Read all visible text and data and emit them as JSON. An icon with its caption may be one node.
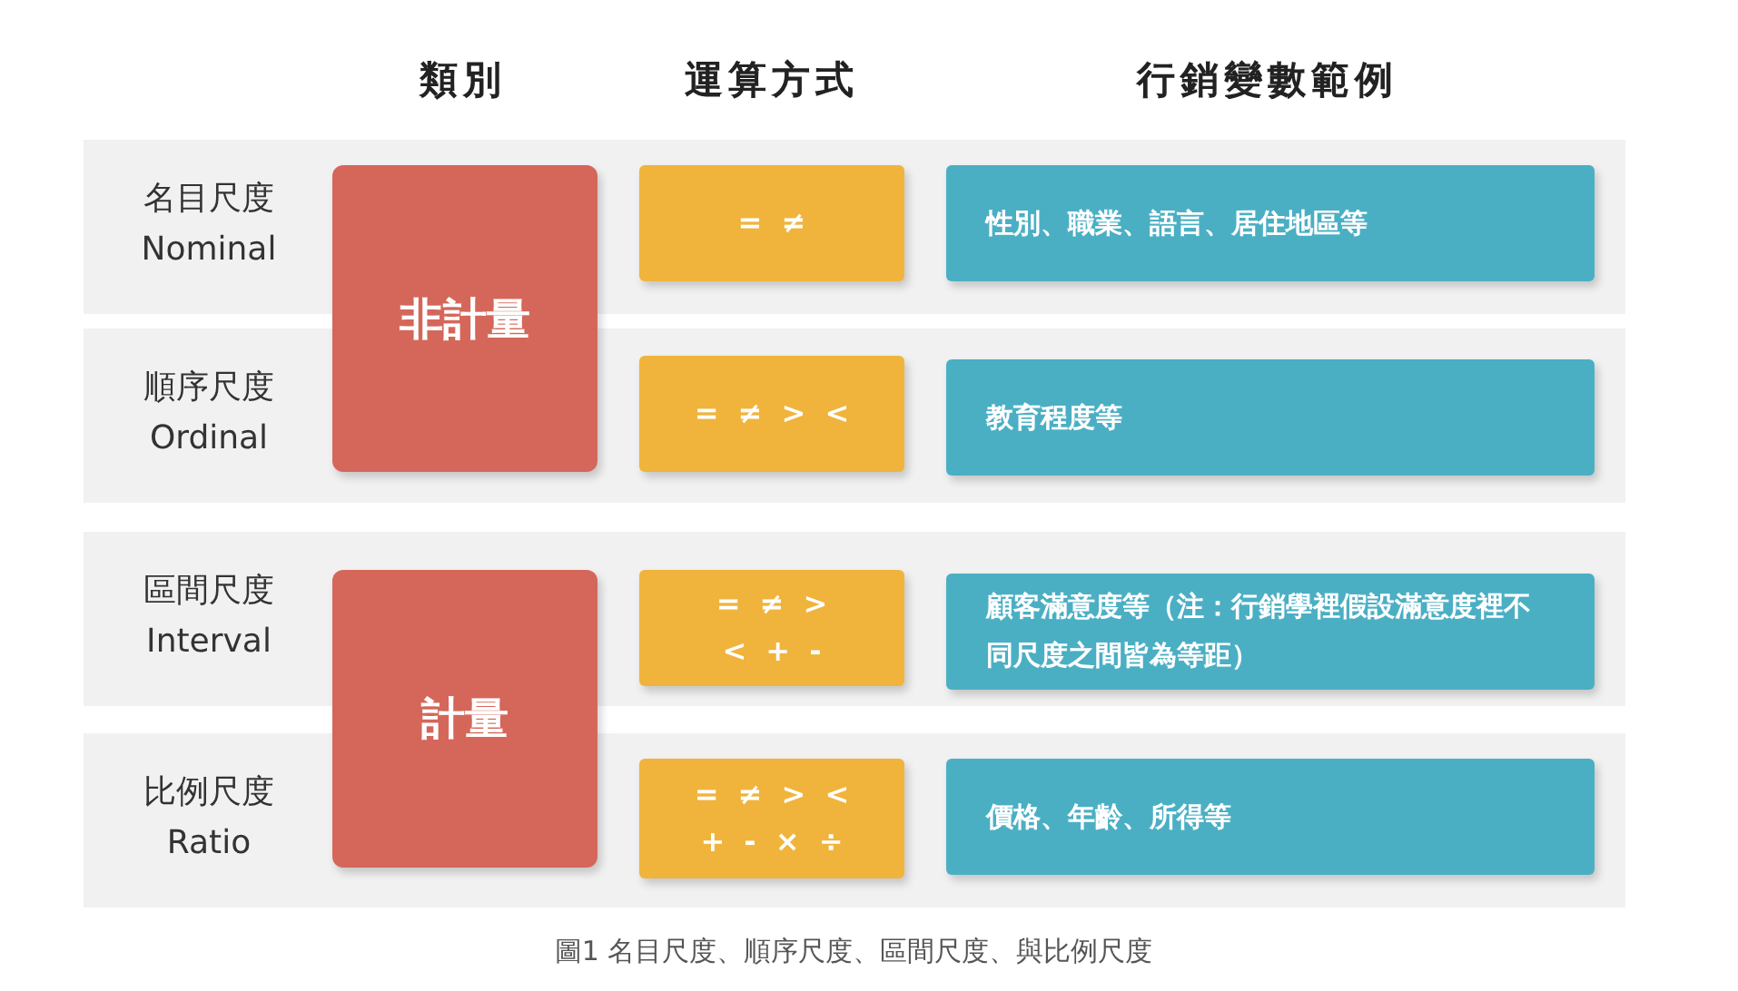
{
  "diagram": {
    "caption": "圖1 名目尺度、順序尺度、區間尺度、與比例尺度",
    "nodes": [
      {
        "text": [
          "名目尺度",
          "Nominal"
        ]
      },
      {
        "text": [
          "非計量"
        ]
      },
      {
        "text": [
          "= ≠"
        ],
        "in": 0
      },
      {
        "text": [
          "性別、職業、語言、居住地區等"
        ],
        "in": 0
      },
      {
        "text": [
          "順序尺度",
          "Ordinal"
        ]
      },
      {
        "text": [
          "= ≠ > <"
        ],
        "in": 4
      },
      {
        "text": [
          "教育程度等"
        ],
        "in": 4
      },
      {
        "text": [
          "區間尺度",
          "Interval"
        ]
      },
      {
        "text": [
          "計量"
        ]
      },
      {
        "text": [
          "= ≠ > < + -"
        ],
        "in": 7
      },
      {
        "text": [
          "顧客滿意度等（注：行銷學裡假設滿意度裡不同尺度之間皆為等距）"
        ],
        "in": 7
      },
      {
        "text": [
          "比例尺度",
          "Ratio"
        ]
      },
      {
        "text": [
          "= ≠ > < + - × ÷"
        ],
        "in": 11
      },
      {
        "text": [
          "價格、年齡、所得等"
        ],
        "in": 11
      }
    ],
    "edges": [],
    "labels": [
      "類別",
      "運算方式",
      "行銷變數範例"
    ]
  }
}
